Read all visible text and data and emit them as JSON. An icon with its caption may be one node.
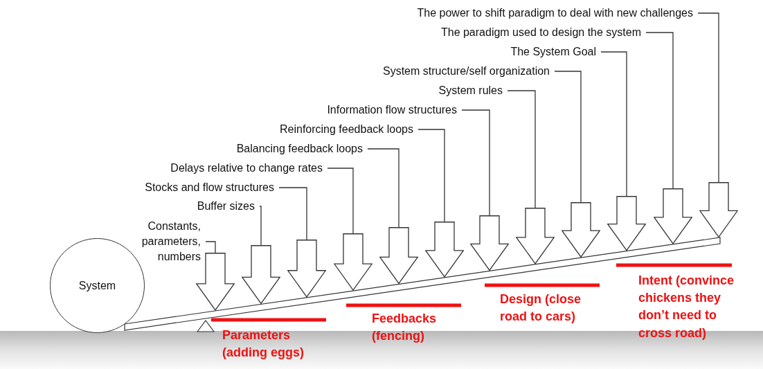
{
  "diagram": {
    "nodes": [
      {
        "text": [
          "System"
        ]
      },
      {
        "text": [
          "Constants, parameters, numbers"
        ]
      },
      {
        "text": [
          "Buffer sizes"
        ]
      },
      {
        "text": [
          "Stocks and flow structures"
        ]
      },
      {
        "text": [
          "Delays relative to change rates"
        ]
      },
      {
        "text": [
          "Balancing feedback loops"
        ]
      },
      {
        "text": [
          "Reinforcing feedback loops"
        ]
      },
      {
        "text": [
          "Information flow structures"
        ]
      },
      {
        "text": [
          "System rules"
        ]
      },
      {
        "text": [
          "System structure/self organization"
        ]
      },
      {
        "text": [
          "The System Goal"
        ]
      },
      {
        "text": [
          "The paradigm used to design the system"
        ]
      },
      {
        "text": [
          "The power to shift paradigm to deal with new challenges"
        ]
      },
      {
        "text": [],
        "shape": "arrow"
      },
      {
        "text": [],
        "shape": "arrow"
      },
      {
        "text": [],
        "shape": "arrow"
      },
      {
        "text": [],
        "shape": "arrow"
      },
      {
        "text": [],
        "shape": "arrow"
      },
      {
        "text": [],
        "shape": "arrow"
      },
      {
        "text": [],
        "shape": "arrow"
      },
      {
        "text": [],
        "shape": "arrow"
      },
      {
        "text": [],
        "shape": "arrow"
      },
      {
        "text": [],
        "shape": "arrow"
      },
      {
        "text": [],
        "shape": "arrow"
      },
      {
        "text": [],
        "shape": "arrow"
      }
    ],
    "edges": [
      {
        "from": 1,
        "to": 13,
        "arrow": "none"
      },
      {
        "from": 2,
        "to": 14,
        "arrow": "none"
      },
      {
        "from": 3,
        "to": 15,
        "arrow": "none"
      },
      {
        "from": 4,
        "to": 16,
        "arrow": "none"
      },
      {
        "from": 5,
        "to": 17,
        "arrow": "none"
      },
      {
        "from": 6,
        "to": 18,
        "arrow": "none"
      },
      {
        "from": 7,
        "to": 19,
        "arrow": "none"
      },
      {
        "from": 8,
        "to": 20,
        "arrow": "none"
      },
      {
        "from": 9,
        "to": 21,
        "arrow": "none"
      },
      {
        "from": 10,
        "to": 22,
        "arrow": "none"
      },
      {
        "from": 11,
        "to": 23,
        "arrow": "none"
      },
      {
        "from": 12,
        "to": 24,
        "arrow": "none"
      }
    ],
    "labels": [
      "Parameters (adding eggs)",
      "Feedbacks (fencing)",
      "Design (close road to cars)",
      "Intent (convince chickens they don’t need to cross road)"
    ]
  }
}
